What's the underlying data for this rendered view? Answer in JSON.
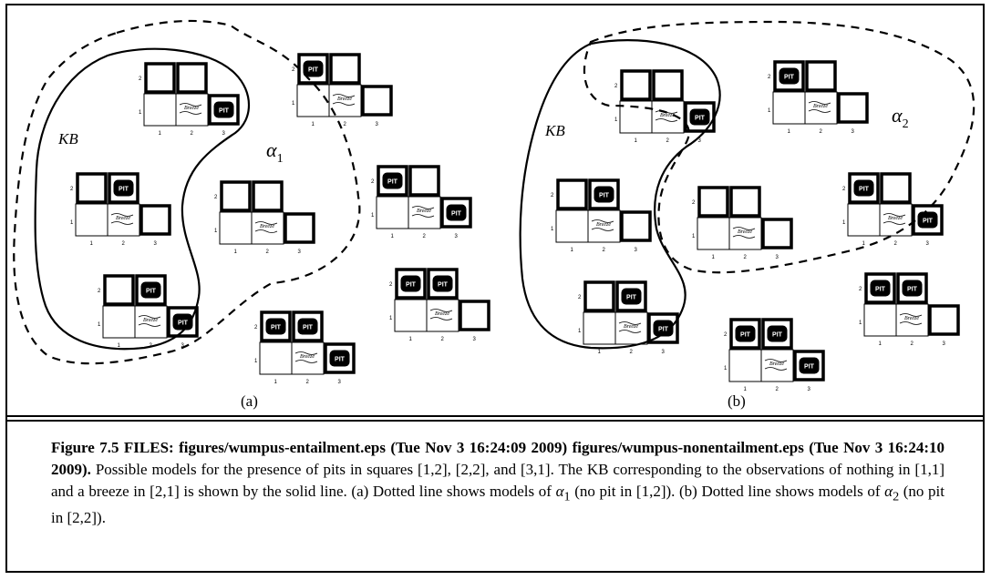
{
  "figure": {
    "panels": [
      {
        "id": "a",
        "label": "(a)",
        "kb_label": "KB",
        "alpha_label": "α",
        "alpha_sub": "1"
      },
      {
        "id": "b",
        "label": "(b)",
        "kb_label": "KB",
        "alpha_label": "α",
        "alpha_sub": "2"
      }
    ],
    "pit_text": "PIT",
    "breeze_text": "Breeze",
    "row_labels": [
      "1",
      "2"
    ],
    "col_labels": [
      "1",
      "2",
      "3"
    ]
  },
  "caption": {
    "title": "Figure 7.5     FILES: figures/wumpus-entailment.eps (Tue Nov 3 16:24:09 2009) figures/wumpus-nonentailment.eps (Tue Nov 3 16:24:10 2009).",
    "body_1": " Possible models for the presence of pits in squares [1,2], [2,2], and [3,1]. The KB corresponding to the observations of nothing in [1,1] and a breeze in [2,1] is shown by the solid line. (a) Dotted line shows models of ",
    "alpha1": "α",
    "alpha1_sub": "1",
    "body_2": " (no pit in [1,2]). (b) Dotted line shows models of ",
    "alpha2": "α",
    "alpha2_sub": "2",
    "body_3": " (no pit in [2,2])."
  }
}
